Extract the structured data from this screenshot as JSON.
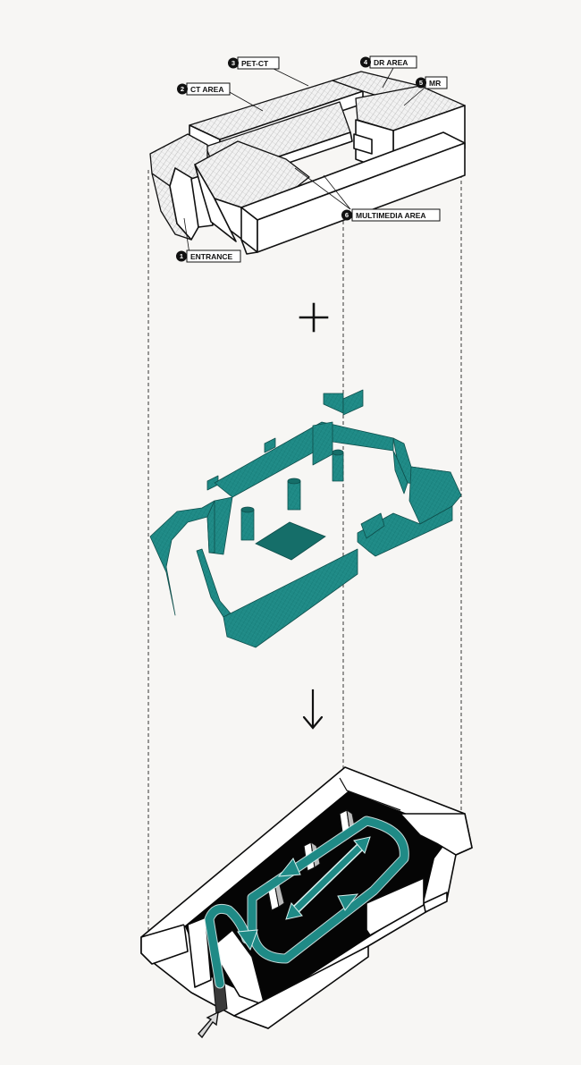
{
  "labels": [
    {
      "num": "1",
      "text": "ENTRANCE"
    },
    {
      "num": "2",
      "text": "CT AREA"
    },
    {
      "num": "3",
      "text": "PET-CT"
    },
    {
      "num": "4",
      "text": "DR AREA"
    },
    {
      "num": "5",
      "text": "MR"
    },
    {
      "num": "6",
      "text": "MULTIMEDIA AREA"
    }
  ],
  "operators": {
    "plus": "plus-symbol",
    "down": "down-arrow-symbol"
  },
  "colors": {
    "teal": "#1f8a86",
    "teal_dark": "#156e69",
    "background": "#f7f6f4",
    "ink": "#111111",
    "floor": "#050505"
  }
}
